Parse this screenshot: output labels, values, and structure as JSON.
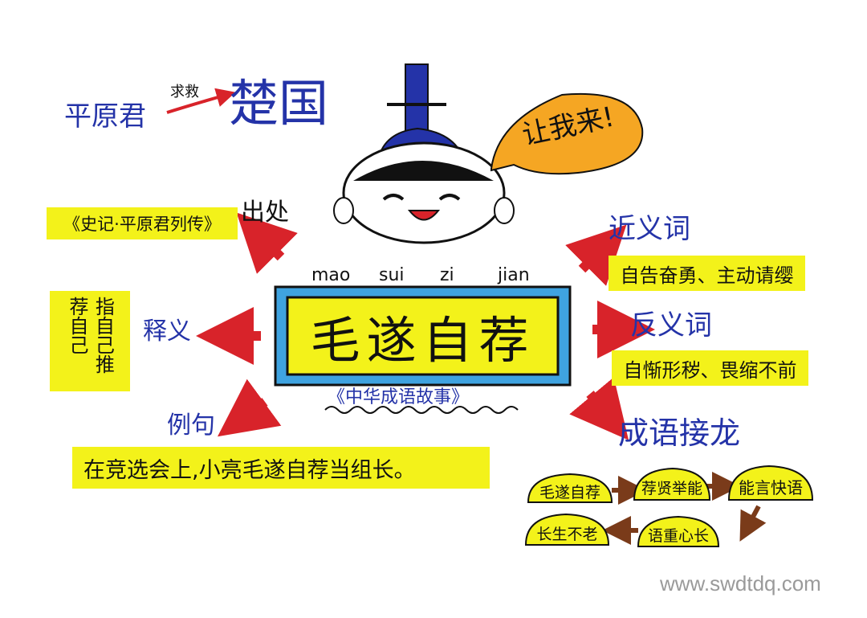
{
  "top": {
    "person": "平原君",
    "action": "求救",
    "target": "楚国",
    "speech": "让我来!"
  },
  "center": {
    "pinyin": [
      "mao",
      "sui",
      "zi",
      "jian"
    ],
    "title": "毛遂自荐",
    "subtitle": "《中华成语故事》"
  },
  "source": {
    "label": "出处",
    "text": "《史记·平原君列传》"
  },
  "meaning": {
    "label": "释义",
    "lines": [
      "指自己推荐自己",
      ""
    ],
    "text": "指自己推荐自己"
  },
  "example": {
    "label": "例句",
    "text": "在竞选会上,小亮毛遂自荐当组长。"
  },
  "synonym": {
    "label": "近义词",
    "text": "自告奋勇、主动请缨"
  },
  "antonym": {
    "label": "反义词",
    "text": "自惭形秽、畏缩不前"
  },
  "chain": {
    "label": "成语接龙",
    "items": [
      "毛遂自荐",
      "荐贤举能",
      "能言快语",
      "语重心长",
      "长生不老"
    ]
  },
  "watermark": "www.swdtdq.com",
  "colors": {
    "yellow": "#f3f21a",
    "blue": "#2433a8",
    "red": "#d8232a",
    "orange": "#f5a623",
    "ink": "#111111"
  }
}
